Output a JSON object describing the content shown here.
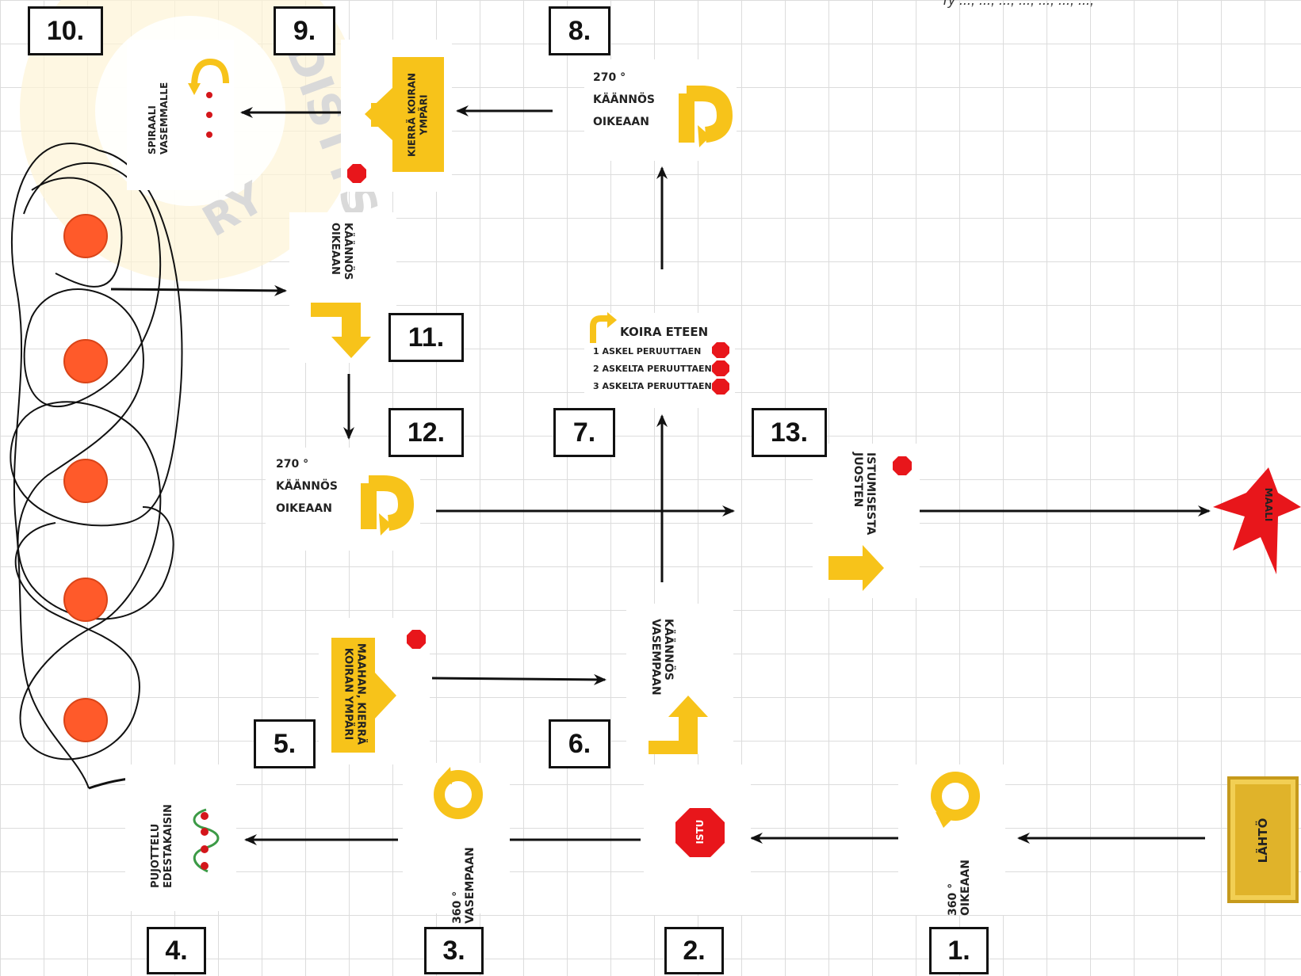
{
  "header_partial_text": "ry ..., ..., ..., ..., ..., ..., ...,",
  "watermark_text": "DISTYS RY",
  "step_numbers": [
    "1.",
    "2.",
    "3.",
    "4.",
    "5.",
    "6.",
    "7.",
    "8.",
    "9.",
    "10.",
    "11.",
    "12.",
    "13."
  ],
  "start_label": "LÄHTÖ",
  "finish_label": "MAALI",
  "signs": {
    "s1": {
      "line1": "360 °",
      "line2": "OIKEAAN"
    },
    "s2": {
      "label": "ISTU"
    },
    "s3": {
      "line1": "360 °",
      "line2": "VASEMPAAN"
    },
    "s4": {
      "line1": "PUJOTTELU",
      "line2": "EDESTAKAISIN"
    },
    "s5": {
      "line1": "MAAHAN, KIERRÄ",
      "line2": "KOIRAN YMPÄRI"
    },
    "s6": {
      "line1": "KÄÄNNÖS",
      "line2": "VASEMPAAN"
    },
    "s7": {
      "title": "KOIRA ETEEN",
      "row1": "1 ASKEL PERUUTTAEN",
      "row2": "2 ASKELTA PERUUTTAEN",
      "row3": "3 ASKELTA PERUUTTAEN"
    },
    "s8": {
      "line1": "270 °",
      "line2": "KÄÄNNÖS",
      "line3": "OIKEAAN"
    },
    "s9": {
      "line1": "KIERRÄ KOIRAN",
      "line2": "YMPÄRI"
    },
    "s10": {
      "line1": "SPIRAALI",
      "line2": "VASEMMALLE"
    },
    "s11": {
      "line1": "KÄÄNNÖS",
      "line2": "OIKEAAN"
    },
    "s12": {
      "line1": "270 °",
      "line2": "KÄÄNNÖS",
      "line3": "OIKEAAN"
    },
    "s13": {
      "line1": "ISTUMISESTA",
      "line2": "JUOSTEN"
    }
  },
  "colors": {
    "sign_yellow": "#f7c31a",
    "stop_red": "#e8161b",
    "cone_orange": "#ff5a2a",
    "start_gold": "#e0b32a",
    "finish_red": "#e8161b",
    "grid": "#dcdcdc"
  }
}
